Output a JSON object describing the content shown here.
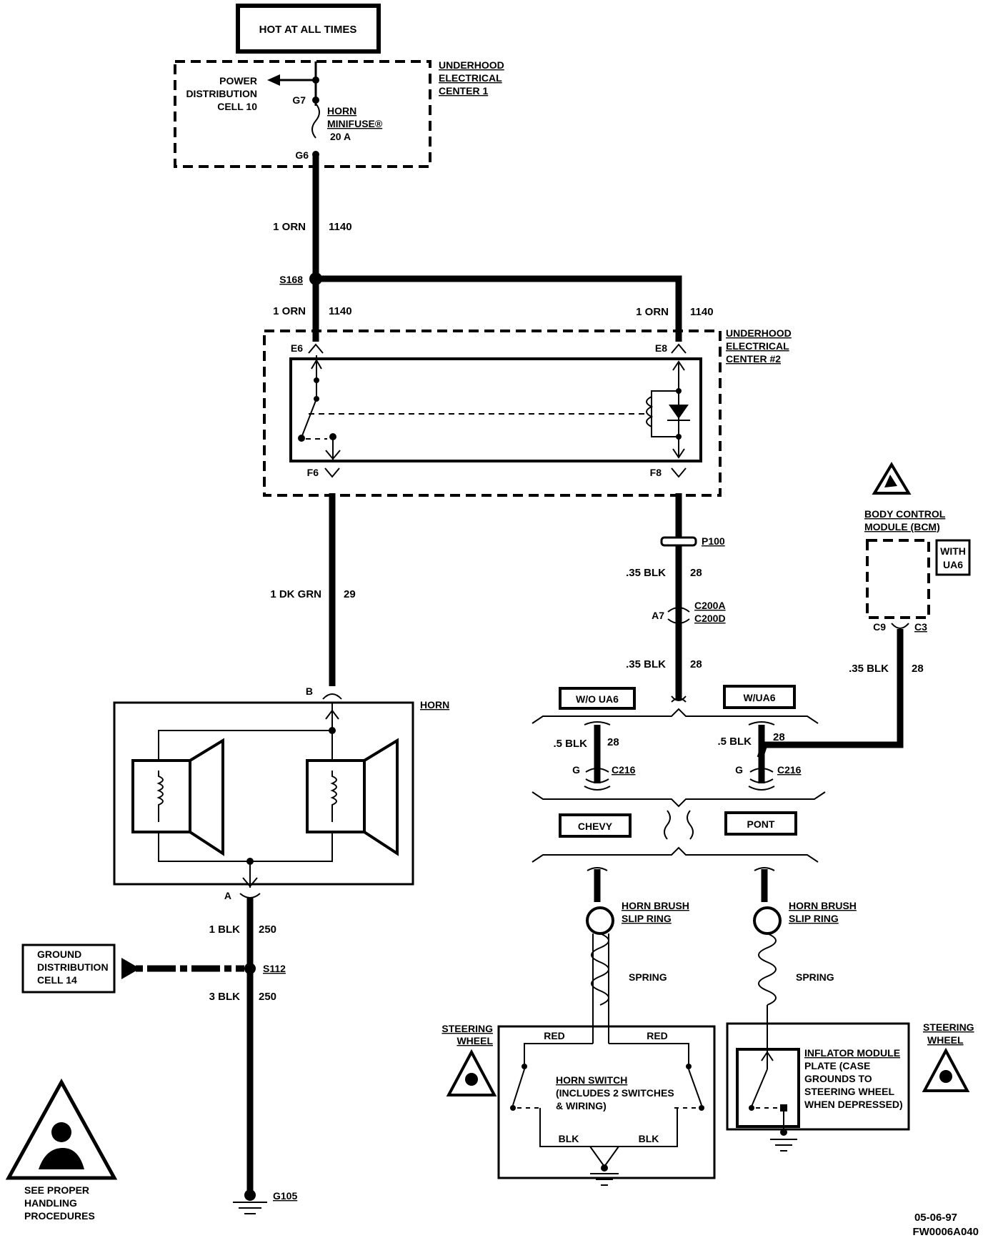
{
  "power": {
    "hot_at_all_times": "HOT AT ALL TIMES",
    "uec1": [
      "UNDERHOOD",
      "ELECTRICAL",
      "CENTER 1"
    ],
    "power_dist": [
      "POWER",
      "DISTRIBUTION",
      "CELL 10"
    ],
    "g7": "G7",
    "g6": "G6",
    "fuse": [
      "HORN",
      "MINIFUSE®",
      "20 A"
    ]
  },
  "wires": {
    "w1140_left_top": "1 ORN",
    "w1140_left_top_num": "1140",
    "s168": "S168",
    "w1140_left_bot": "1 ORN",
    "w1140_left_bot_num": "1140",
    "w1140_right": "1 ORN",
    "w1140_right_num": "1140",
    "w29": "1 DK GRN",
    "w29_num": "29",
    "w28_a": ".35 BLK",
    "w28_a_num": "28",
    "w28_b": ".35 BLK",
    "w28_b_num": "28",
    "w28_bcm": ".35 BLK",
    "w28_bcm_num": "28",
    "w28_left": ".5 BLK",
    "w28_left_num": "28",
    "w28_right": ".5 BLK",
    "w28_right_num": "28",
    "w250_top": "1 BLK",
    "w250_top_num": "250",
    "w250_bot": "3 BLK",
    "w250_bot_num": "250"
  },
  "relay": {
    "uec2": [
      "UNDERHOOD",
      "ELECTRICAL",
      "CENTER #2"
    ],
    "e6": "E6",
    "e8": "E8",
    "f6": "F6",
    "f8": "F8"
  },
  "connectors": {
    "p100": "P100",
    "a7": "A7",
    "c200": [
      "C200A",
      "C200D"
    ],
    "c9": "C9",
    "c3": "C3",
    "g_left": "G",
    "c216_left": "C216",
    "g_right": "G",
    "c216_right": "C216",
    "horn_b": "B",
    "horn_a": "A",
    "s112": "S112",
    "g105": "G105"
  },
  "bcm": {
    "title": [
      "BODY CONTROL",
      "MODULE (BCM)"
    ],
    "with_ua6": [
      "WITH",
      "UA6"
    ]
  },
  "options": {
    "wo_ua6": "W/O UA6",
    "w_ua6": "W/UA6",
    "chevy": "CHEVY",
    "pont": "PONT"
  },
  "horn": {
    "label": "HORN"
  },
  "ground": {
    "dist": [
      "GROUND",
      "DISTRIBUTION",
      "CELL 14"
    ]
  },
  "steering_left": {
    "slip_ring": [
      "HORN BRUSH",
      "SLIP RING"
    ],
    "spring": "SPRING",
    "steering_wheel": [
      "STEERING",
      "WHEEL"
    ],
    "red_left": "RED",
    "red_right": "RED",
    "horn_switch": [
      "HORN SWITCH",
      "(INCLUDES 2 SWITCHES",
      "& WIRING)"
    ],
    "blk_left": "BLK",
    "blk_right": "BLK"
  },
  "steering_right": {
    "slip_ring": [
      "HORN BRUSH",
      "SLIP RING"
    ],
    "spring": "SPRING",
    "steering_wheel": [
      "STEERING",
      "WHEEL"
    ],
    "inflator": [
      "INFLATOR MODULE",
      "PLATE (CASE",
      "GROUNDS TO",
      "STEERING WHEEL",
      "WHEN DEPRESSED)"
    ]
  },
  "handling": [
    "SEE PROPER",
    "HANDLING",
    "PROCEDURES"
  ],
  "footer": {
    "date": "05-06-97",
    "code": "FW0006A040"
  },
  "colors": {
    "ink": "#000000",
    "paper": "#ffffff"
  }
}
